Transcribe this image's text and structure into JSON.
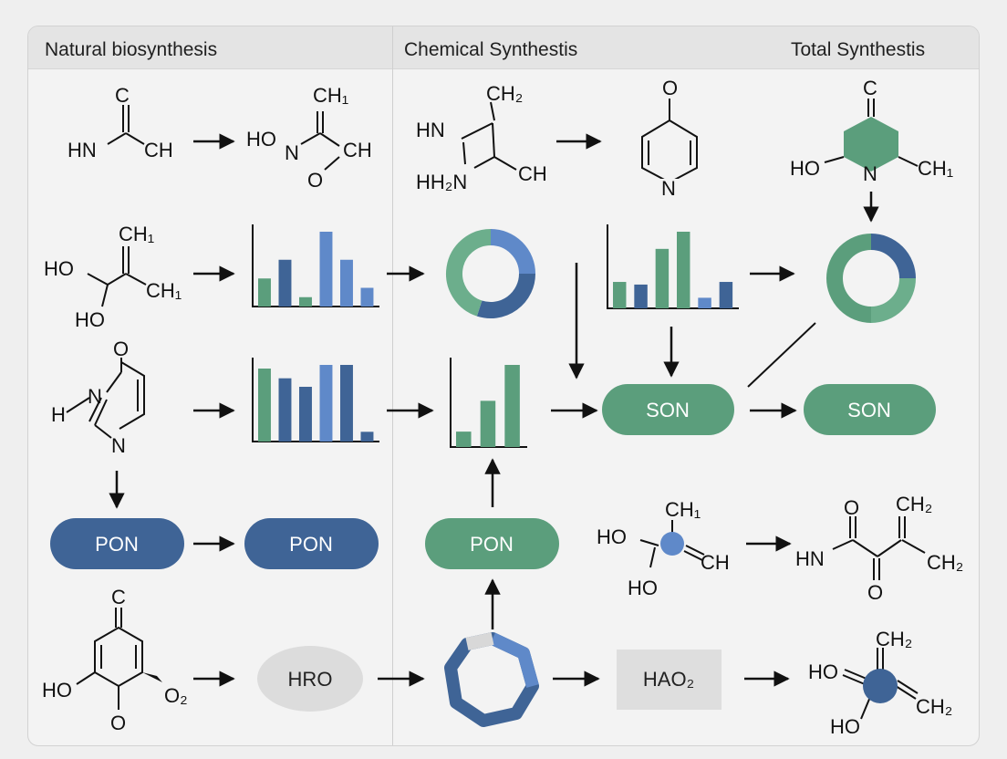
{
  "headers": {
    "natural": "Natural biosynthesis",
    "chemical": "Chemical Synthestis",
    "total": "Total Synthestis"
  },
  "colors": {
    "blue": "#3f6496",
    "mid_blue": "#5f89c9",
    "green": "#5b9e7c",
    "light_green": "#6cae8c",
    "grey_pill": "#dcdcdc",
    "grey_box": "#dedede"
  },
  "nodes": {
    "pon_blue_1": "PON",
    "pon_blue_2": "PON",
    "pon_green": "PON",
    "son_1": "SON",
    "son_2": "SON",
    "hro": "HRO",
    "hao2": "HAO₂"
  },
  "molecules": {
    "m1": {
      "atoms": [
        "C",
        "HN",
        "CH"
      ]
    },
    "m2": {
      "atoms": [
        "CH₁",
        "HO",
        "N",
        "CH",
        "O"
      ]
    },
    "m3": {
      "atoms": [
        "CH₂",
        "HN",
        "HH₂N",
        "CH"
      ]
    },
    "m4": {
      "atoms": [
        "O",
        "N"
      ]
    },
    "m5": {
      "atoms": [
        "C",
        "HO",
        "N",
        "CH₁"
      ]
    },
    "m6": {
      "atoms": [
        "CH₁",
        "HO",
        "CH₁",
        "HO"
      ]
    },
    "m7": {
      "atoms": [
        "O",
        "H",
        "N",
        "N"
      ]
    },
    "m8": {
      "atoms": [
        "CH₁",
        "HO",
        "CH",
        "HO"
      ]
    },
    "m9": {
      "atoms": [
        "O",
        "CH₂",
        "HN",
        "CH₂",
        "O"
      ]
    },
    "m10": {
      "atoms": [
        "C",
        "HO",
        "O₂",
        "O"
      ]
    },
    "m11": {
      "atoms": [
        "CH₂",
        "HO",
        "CH₂",
        "HO"
      ]
    }
  },
  "chart_data": [
    {
      "type": "bar",
      "name": "bars-row2-natural",
      "values": [
        3,
        5,
        1,
        8,
        5,
        2
      ],
      "colors": [
        "green",
        "blue",
        "green",
        "mid_blue",
        "mid_blue",
        "mid_blue"
      ]
    },
    {
      "type": "bar",
      "name": "bars-row2-chemical",
      "values": [
        2,
        1.8,
        4.5,
        5.8,
        0.8,
        2
      ],
      "colors": [
        "green",
        "blue",
        "green",
        "green",
        "mid_blue",
        "blue"
      ]
    },
    {
      "type": "bar",
      "name": "bars-row3-natural",
      "values": [
        6,
        5.2,
        4.5,
        6.3,
        6.3,
        0.8
      ],
      "colors": [
        "green",
        "blue",
        "blue",
        "mid_blue",
        "blue",
        "blue"
      ]
    },
    {
      "type": "bar",
      "name": "bars-row3-chemical",
      "values": [
        1.5,
        4.5,
        8
      ],
      "colors": [
        "green",
        "green",
        "green"
      ]
    },
    {
      "type": "pie",
      "name": "donut-row2-chemical",
      "values": [
        25,
        30,
        45
      ],
      "colors": [
        "mid_blue",
        "blue",
        "light_green"
      ]
    },
    {
      "type": "pie",
      "name": "donut-row2-total",
      "values": [
        25,
        25,
        50
      ],
      "colors": [
        "blue",
        "light_green",
        "green"
      ]
    }
  ]
}
